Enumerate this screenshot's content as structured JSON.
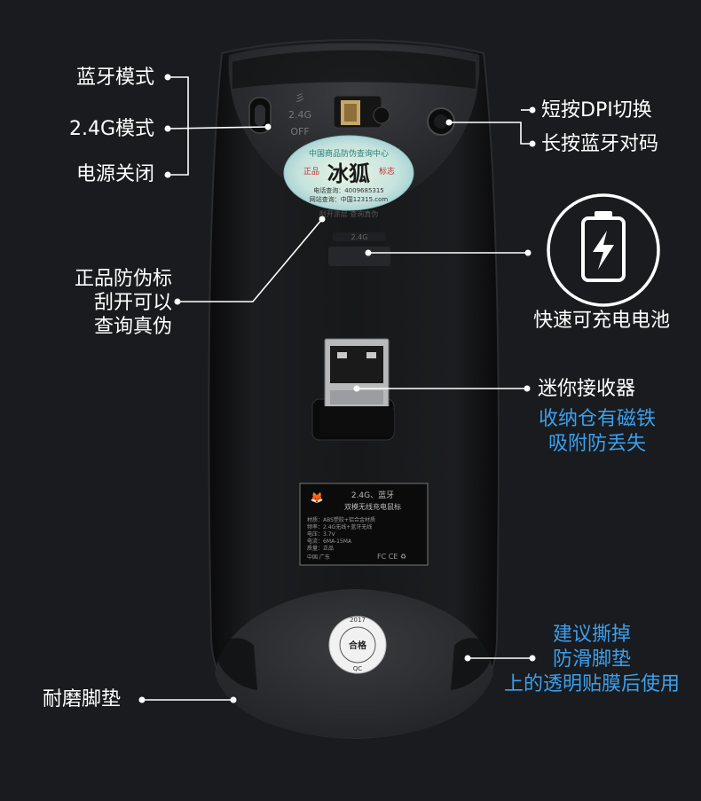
{
  "callouts": {
    "bluetooth_mode": "蓝牙模式",
    "mode_24g": "2.4G模式",
    "power_off": "电源关闭",
    "short_press": "短按DPI切换",
    "long_press": "长按蓝牙对码",
    "fast_charge": "快速可充电电池",
    "anti_fake_1": "正品防伪标",
    "anti_fake_2": "刮开可以",
    "anti_fake_3": "查询真伪",
    "receiver": "迷你接收器",
    "magnet_1": "收纳仓有磁铁",
    "magnet_2": "吸附防丢失",
    "tear_1": "建议撕掉",
    "tear_2": "防滑脚垫",
    "tear_3": "上的透明贴膜后使用",
    "feet": "耐磨脚垫"
  },
  "switch_marks": {
    "top": "彡",
    "mid": "2.4G",
    "bottom": "OFF"
  },
  "security_sticker": {
    "top_arc": "中国商品防伪查询中心",
    "brand": "冰狐",
    "left_tag": "正品",
    "right_tag": "标志",
    "phone_line": "电话查询：4009685315",
    "web_line": "网站查询：中国12315.com",
    "scratch": "刮开涂层 查询真伪"
  },
  "receiver_slot_label": "2.4G",
  "product_label": {
    "line1": "2.4G、蓝牙",
    "line2": "双模无线充电鼠标",
    "rows": [
      "材质：ABS塑胶+铝合金材质",
      "频率：2.4G无线+蓝牙无线",
      "电压：3.7V",
      "电流：6MA-15MA",
      "质量：正品"
    ],
    "origin": "中国 广东",
    "certs": "FC  CE  ♻"
  },
  "qc_sticker": {
    "year": "2017",
    "center": "合格",
    "tag": "QC"
  },
  "icons": [
    "battery-charging-icon",
    "usb-plug-icon",
    "fox-logo-icon"
  ],
  "colors": {
    "background": "#1a1b1e",
    "label": "#ffffff",
    "accent_blue": "#3aa0ee",
    "mouse_body": "#111214",
    "mouse_cap": "#2a2b2e"
  }
}
